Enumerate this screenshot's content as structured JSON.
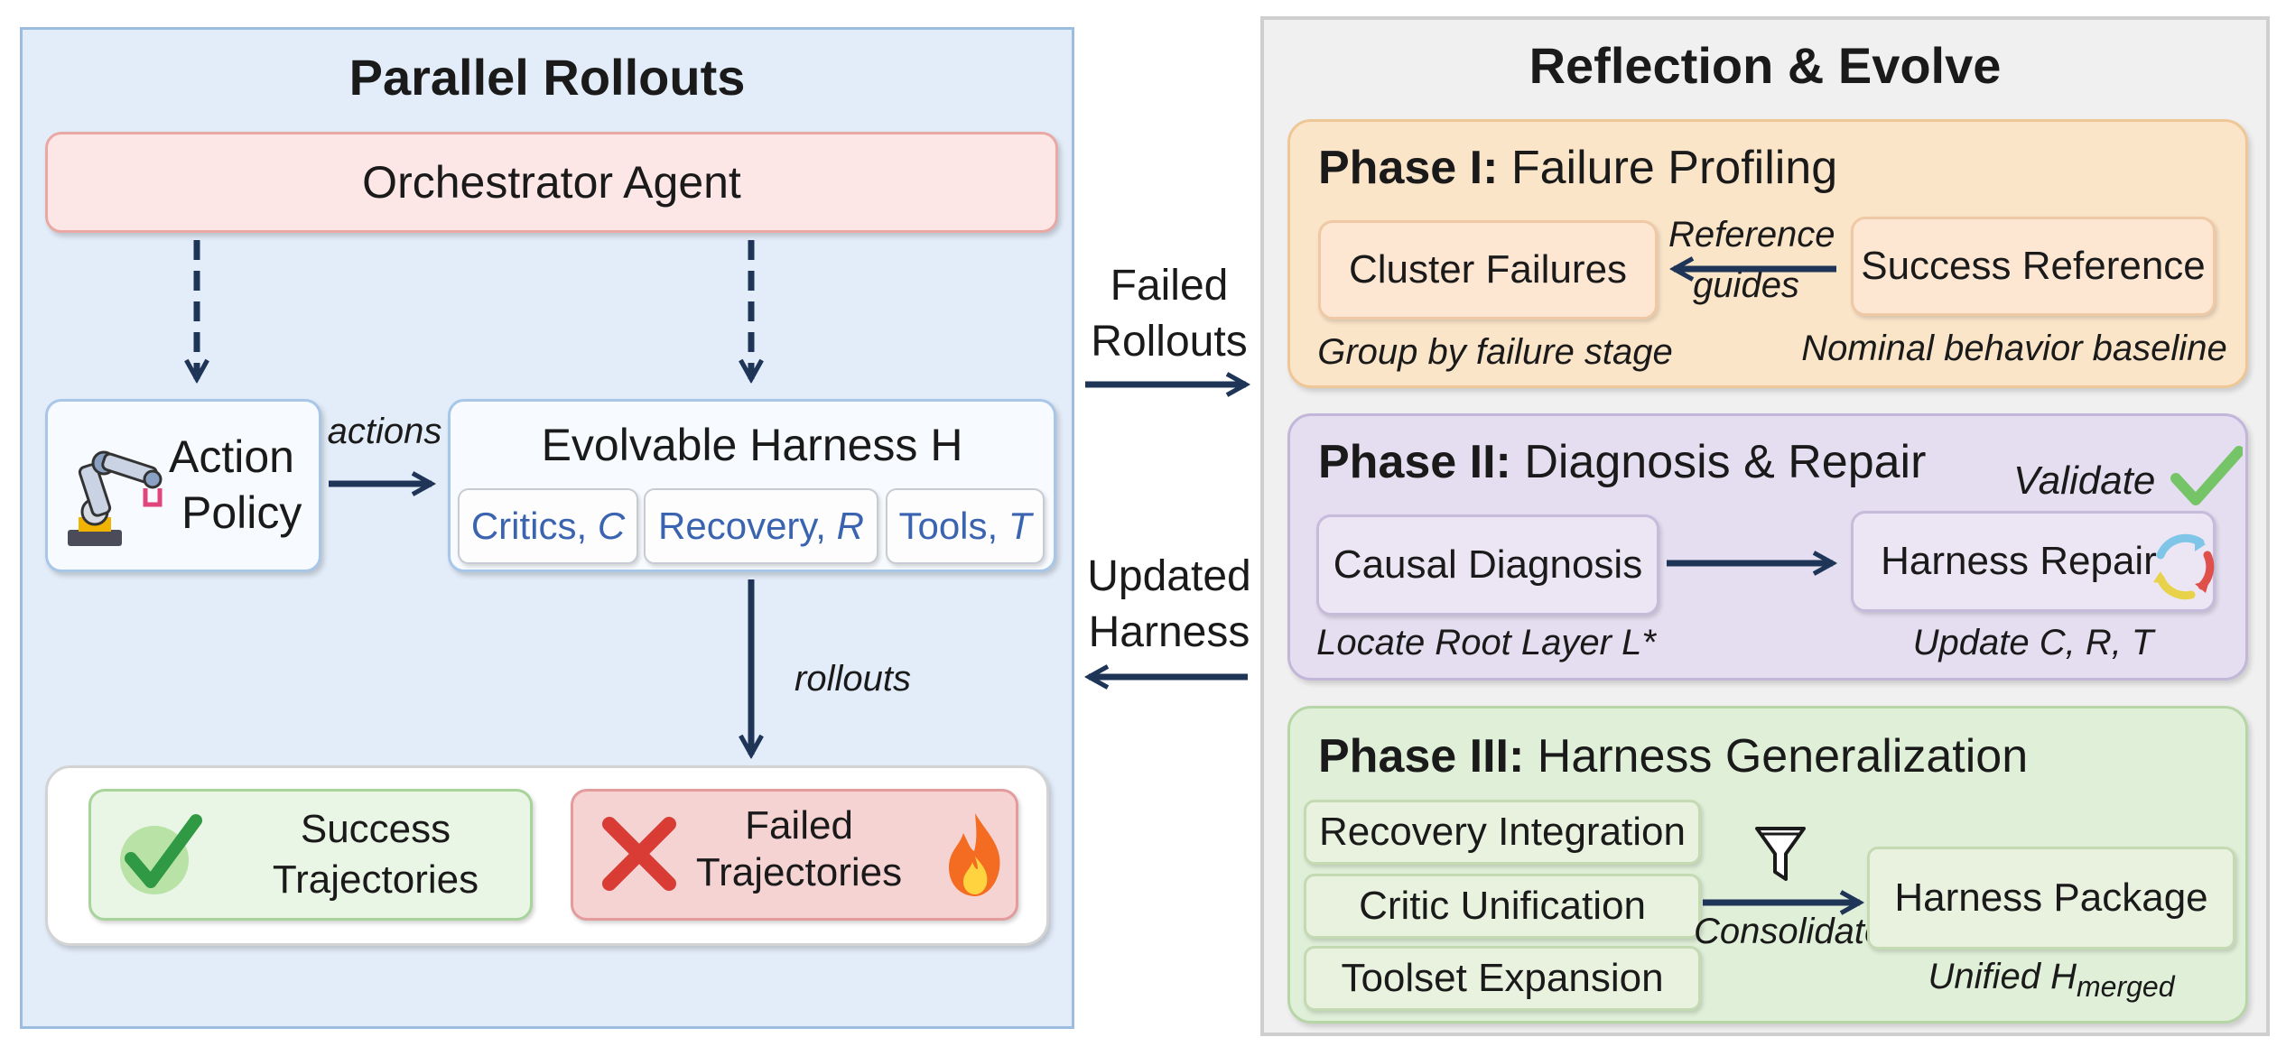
{
  "left": {
    "title": "Parallel Rollouts",
    "orchestrator": "Orchestrator Agent",
    "action_policy_line1": "Action",
    "action_policy_line2": "Policy",
    "actions_label": "actions",
    "harness_title": "Evolvable Harness H",
    "critics": "Critics, ",
    "critics_var": "C",
    "recovery": "Recovery, ",
    "recovery_var": "R",
    "tools": "Tools, ",
    "tools_var": "T",
    "rollouts_label": "rollouts",
    "success_line1": "Success",
    "success_line2": "Trajectories",
    "failed_line1": "Failed",
    "failed_line2": "Trajectories"
  },
  "middle": {
    "failed_rollouts_line1": "Failed",
    "failed_rollouts_line2": "Rollouts",
    "updated_harness_line1": "Updated",
    "updated_harness_line2": "Harness"
  },
  "right": {
    "title": "Reflection & Evolve",
    "phase1": {
      "label": "Phase I:",
      "name": "Failure Profiling",
      "cluster": "Cluster Failures",
      "success_ref": "Success Reference",
      "arrow_line1": "Reference",
      "arrow_line2": "guides",
      "caption_left": "Group by failure stage",
      "caption_right": "Nominal behavior baseline"
    },
    "phase2": {
      "label": "Phase II:",
      "name": "Diagnosis & Repair",
      "validate": "Validate",
      "causal": "Causal Diagnosis",
      "repair": "Harness Repair",
      "caption_left": "Locate Root Layer L*",
      "caption_right": "Update C, R, T"
    },
    "phase3": {
      "label": "Phase III:",
      "name": "Harness Generalization",
      "recovery_int": "Recovery Integration",
      "critic_uni": "Critic Unification",
      "toolset_exp": "Toolset Expansion",
      "consolidate": "Consolidate",
      "package": "Harness Package",
      "unified": "Unified H",
      "unified_sub": "merged"
    }
  },
  "colors": {
    "arrow": "#1f3557",
    "left_bg": "#e3edf9",
    "right_bg": "#f0f0f0",
    "phase1": "#fbe5c9",
    "phase2": "#e4def0",
    "phase3": "#dfefd8",
    "link_blue": "#3a63b0"
  },
  "icons": [
    "robot-arm-icon",
    "check-icon",
    "cross-icon",
    "flame-icon",
    "checkmark-icon",
    "cycle-icon",
    "funnel-icon"
  ]
}
